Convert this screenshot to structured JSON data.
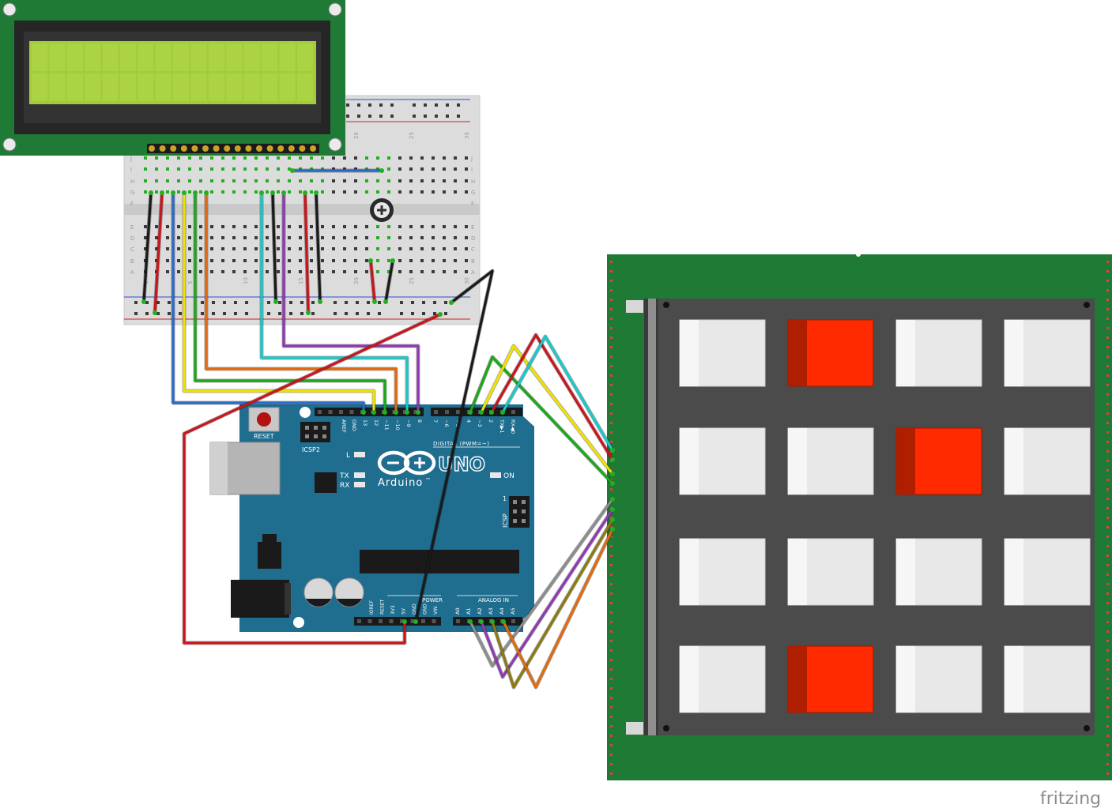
{
  "lcd": {
    "label": "",
    "backlight_color": "#a3cc3a"
  },
  "breadboard": {
    "row_letters_top": [
      "J",
      "I",
      "H",
      "G",
      "F"
    ],
    "row_letters_bottom": [
      "E",
      "D",
      "C",
      "B",
      "A"
    ],
    "column_numbers": [
      "1",
      "5",
      "10",
      "15",
      "20",
      "25",
      "30"
    ]
  },
  "arduino": {
    "brand": "Arduino",
    "model": "UNO",
    "tm": "™",
    "reset_label": "RESET",
    "icsp2_label": "ICSP2",
    "icsp_label": "ICSP",
    "digital_label": "DIGITAL (PWM=~)",
    "power_label": "POWER",
    "analog_label": "ANALOG IN",
    "on_label": "ON",
    "l_label": "L",
    "tx_label": "TX",
    "rx_label": "RX",
    "icsp_pin1": "1",
    "header_top_left": [
      "AREF",
      "GND",
      "13",
      "12",
      "~11",
      "~10",
      "~9",
      "8"
    ],
    "header_top_right": [
      "7",
      "~6",
      "~5",
      "4",
      "~3",
      "2",
      "TX▶1",
      "RX◀0"
    ],
    "header_power": [
      "IOREF",
      "RESET",
      "3V3",
      "5V",
      "GND",
      "GND",
      "VIN"
    ],
    "header_analog": [
      "A0",
      "A1",
      "A2",
      "A3",
      "A4",
      "A5"
    ],
    "board_color": "#1f6d8f"
  },
  "keypad": {
    "rows": 4,
    "cols": 4,
    "pressed": [
      [
        0,
        1
      ],
      [
        1,
        2
      ],
      [
        3,
        1
      ]
    ],
    "key_color": "#e8e8e8",
    "pressed_color": "#ff2a00",
    "board_color": "#1f7a36"
  },
  "watermark": "fritzing",
  "wire_colors": {
    "red": "#c8161c",
    "black": "#1a1a1a",
    "yellow": "#f0e000",
    "green": "#1aa81a",
    "orange": "#e06a10",
    "blue": "#2a6bc8",
    "cyan": "#19c8c8",
    "purple": "#8e3ab0",
    "gray": "#8c8c8c",
    "olive": "#8a7a10"
  }
}
